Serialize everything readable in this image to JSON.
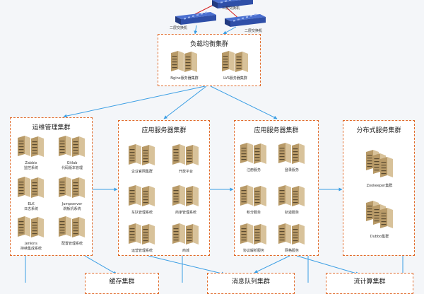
{
  "top_switches": {
    "core_label": "三层交换机",
    "left_label": "二层交换机",
    "right_label": "二层交换机"
  },
  "load_balancer": {
    "title": "负载均衡集群",
    "nodes": [
      "Nginx服务器集群",
      "LVS服务器集群"
    ]
  },
  "ops_cluster": {
    "title": "运维管理集群",
    "nodes": [
      "Zabbix\n监控系统",
      "Gitlab\n代码版本管理",
      "ELK\n日志系统",
      "Jumpserver\n跳板机系统",
      "Jenkins\n持续集成系统",
      "配置管理系统"
    ]
  },
  "app_cluster_1": {
    "title": "应用服务器集群",
    "nodes": [
      "企业官网集群",
      "开放平台",
      "车队管理系统",
      "商家管理系统",
      "运营管理系统",
      "商城"
    ]
  },
  "app_cluster_2": {
    "title": "应用服务器集群",
    "nodes": [
      "注册服务",
      "登录服务",
      "积分服务",
      "轨迹服务",
      "协议解析服务",
      "网格服务"
    ]
  },
  "dist_cluster": {
    "title": "分布式服务集群",
    "nodes": [
      "Zookeeper集群",
      "Dubbo集群"
    ]
  },
  "bottom_clusters": [
    "缓存集群",
    "消息队列集群",
    "流计算集群"
  ],
  "colors": {
    "border": "#e06a2a",
    "arrow": "#3a9ee4",
    "switch": "#2f4fa8",
    "red_link": "#d42020"
  }
}
